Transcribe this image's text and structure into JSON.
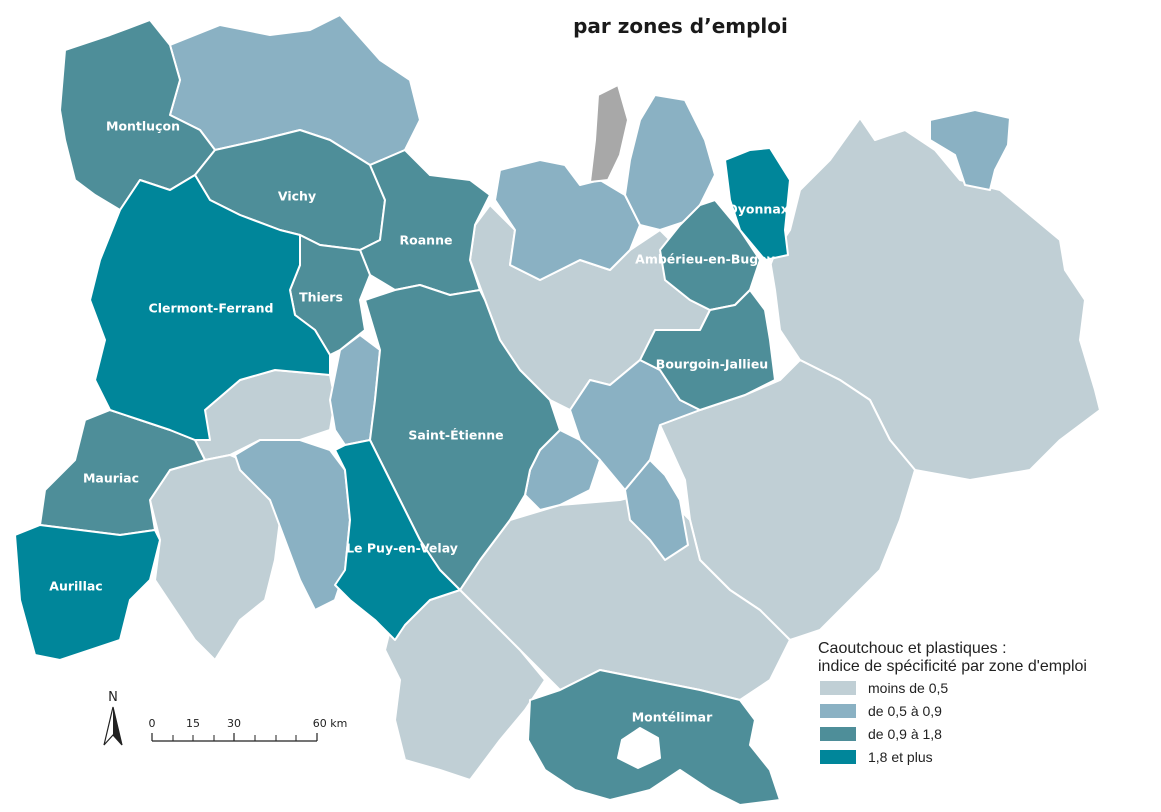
{
  "title": "par zones d’emploi",
  "colors": {
    "c1": "#c0cfd5",
    "c2": "#8ab1c3",
    "c3": "#4e8e99",
    "c4": "#00869a",
    "nodata": "#a8a8a8"
  },
  "zones": [
    {
      "id": "montlucon",
      "label": "Montluçon",
      "cls": "c3"
    },
    {
      "id": "moulins",
      "label": "",
      "cls": "c2"
    },
    {
      "id": "vichy",
      "label": "Vichy",
      "cls": "c3"
    },
    {
      "id": "roanne",
      "label": "Roanne",
      "cls": "c3"
    },
    {
      "id": "thiers",
      "label": "Thiers",
      "cls": "c3"
    },
    {
      "id": "clermont",
      "label": "Clermont-Ferrand",
      "cls": "c4"
    },
    {
      "id": "issoire",
      "label": "",
      "cls": "c1"
    },
    {
      "id": "ambert",
      "label": "",
      "cls": "c2"
    },
    {
      "id": "saint-etienne",
      "label": "Saint-Étienne",
      "cls": "c3"
    },
    {
      "id": "mauriac",
      "label": "Mauriac",
      "cls": "c3"
    },
    {
      "id": "aurillac",
      "label": "Aurillac",
      "cls": "c4"
    },
    {
      "id": "saint-flour",
      "label": "",
      "cls": "c1"
    },
    {
      "id": "brioude",
      "label": "",
      "cls": "c2"
    },
    {
      "id": "le-puy",
      "label": "Le Puy-en-Velay",
      "cls": "c4"
    },
    {
      "id": "lyon",
      "label": "",
      "cls": "c1"
    },
    {
      "id": "villefranche",
      "label": "",
      "cls": "c2"
    },
    {
      "id": "macon",
      "label": "",
      "cls": "nodata"
    },
    {
      "id": "bourg",
      "label": "",
      "cls": "c2"
    },
    {
      "id": "oyonnax",
      "label": "Oyonnax",
      "cls": "c4"
    },
    {
      "id": "amberieu",
      "label": "Ambérieu-en-Bugey",
      "cls": "c3"
    },
    {
      "id": "bourgoin",
      "label": "Bourgoin-Jallieu",
      "cls": "c3"
    },
    {
      "id": "vienne",
      "label": "",
      "cls": "c2"
    },
    {
      "id": "annonay",
      "label": "",
      "cls": "c2"
    },
    {
      "id": "tournon",
      "label": "",
      "cls": "c2"
    },
    {
      "id": "genevois",
      "label": "",
      "cls": "c2"
    },
    {
      "id": "alpes-east",
      "label": "",
      "cls": "c1"
    },
    {
      "id": "grenoble",
      "label": "",
      "cls": "c1"
    },
    {
      "id": "valence",
      "label": "",
      "cls": "c1"
    },
    {
      "id": "aubenas",
      "label": "",
      "cls": "c1"
    },
    {
      "id": "montelimar",
      "label": "Montélimar",
      "cls": "c3"
    }
  ],
  "legend": {
    "title_line1": "Caoutchouc et plastiques :",
    "title_line2": "indice de spécificité par zone d'emploi",
    "items": [
      {
        "label": "moins de 0,5",
        "color": "#c0cfd5"
      },
      {
        "label": "de 0,5 à 0,9",
        "color": "#8ab1c3"
      },
      {
        "label": "de 0,9 à 1,8",
        "color": "#4e8e99"
      },
      {
        "label": "1,8 et plus",
        "color": "#00869a"
      }
    ]
  },
  "north_arrow": {
    "label": "N"
  },
  "scale_bar": {
    "ticks": [
      "0",
      "15",
      "30",
      "60 km"
    ]
  }
}
